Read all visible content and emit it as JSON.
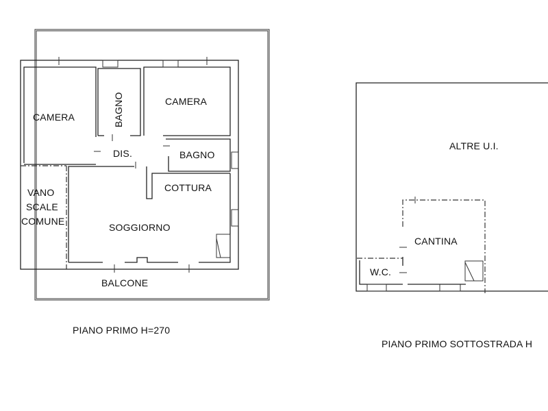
{
  "plan_first_floor": {
    "caption": "PIANO PRIMO H=270",
    "rooms": {
      "camera_left": "CAMERA",
      "bagno_top": "BAGNO",
      "camera_right": "CAMERA",
      "dis": "DIS.",
      "bagno_right": "BAGNO",
      "cottura": "COTTURA",
      "vano_line1": "VANO",
      "vano_line2": "SCALE",
      "vano_line3": "COMUNE",
      "soggiorno": "SOGGIORNO",
      "balcone": "BALCONE"
    }
  },
  "plan_basement": {
    "caption": "PIANO PRIMO SOTTOSTRADA H",
    "rooms": {
      "altre": "ALTRE U.I.",
      "cantina": "CANTINA",
      "wc": "W.C."
    }
  }
}
